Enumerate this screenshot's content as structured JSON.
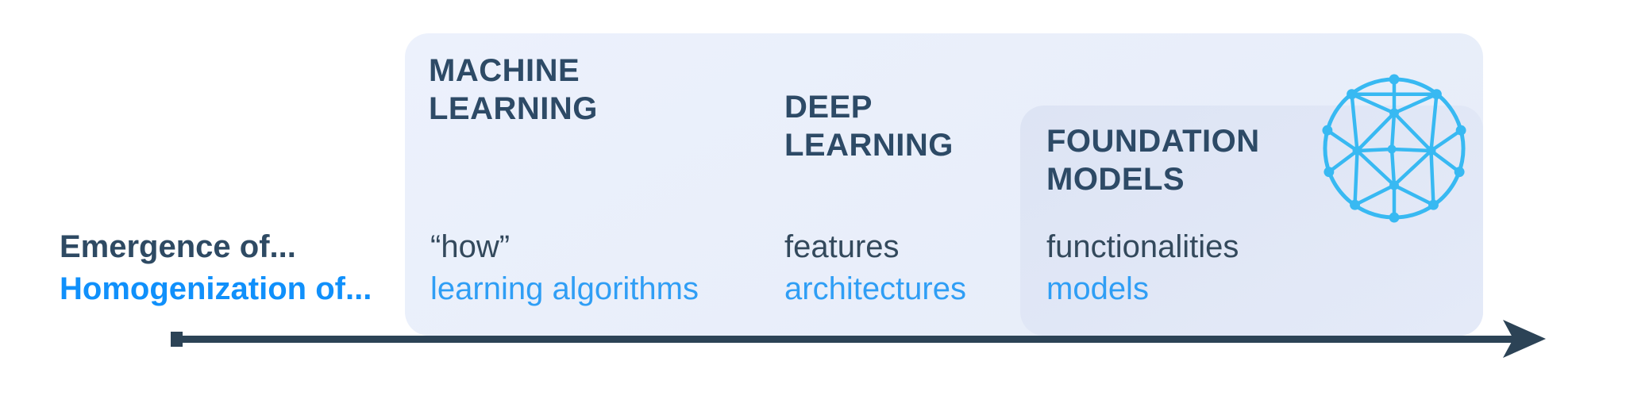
{
  "diagram": {
    "left_labels": {
      "emergence": "Emergence of...",
      "homogenization": "Homogenization of..."
    },
    "columns": [
      {
        "title": "MACHINE\nLEARNING",
        "emergence": "“how”",
        "homogenization": "learning algorithms"
      },
      {
        "title": "DEEP\nLEARNING",
        "emergence": "features",
        "homogenization": "architectures"
      },
      {
        "title": "FOUNDATION\nMODELS",
        "emergence": "functionalities",
        "homogenization": "models"
      }
    ],
    "icons": {
      "network_sphere": "network-sphere-icon"
    },
    "colors": {
      "background": "#ffffff",
      "outer_panel": "#e8eef9",
      "inner_panel": "#dfe6f5",
      "heading_text": "#2d4a66",
      "dark_text": "#33495c",
      "emergence_label": "#2e4a63",
      "homogenization_label": "#1090fb",
      "row_blue": "#2f9ef5",
      "sphere_icon": "#38b9f2",
      "arrow": "#2c4356"
    }
  }
}
